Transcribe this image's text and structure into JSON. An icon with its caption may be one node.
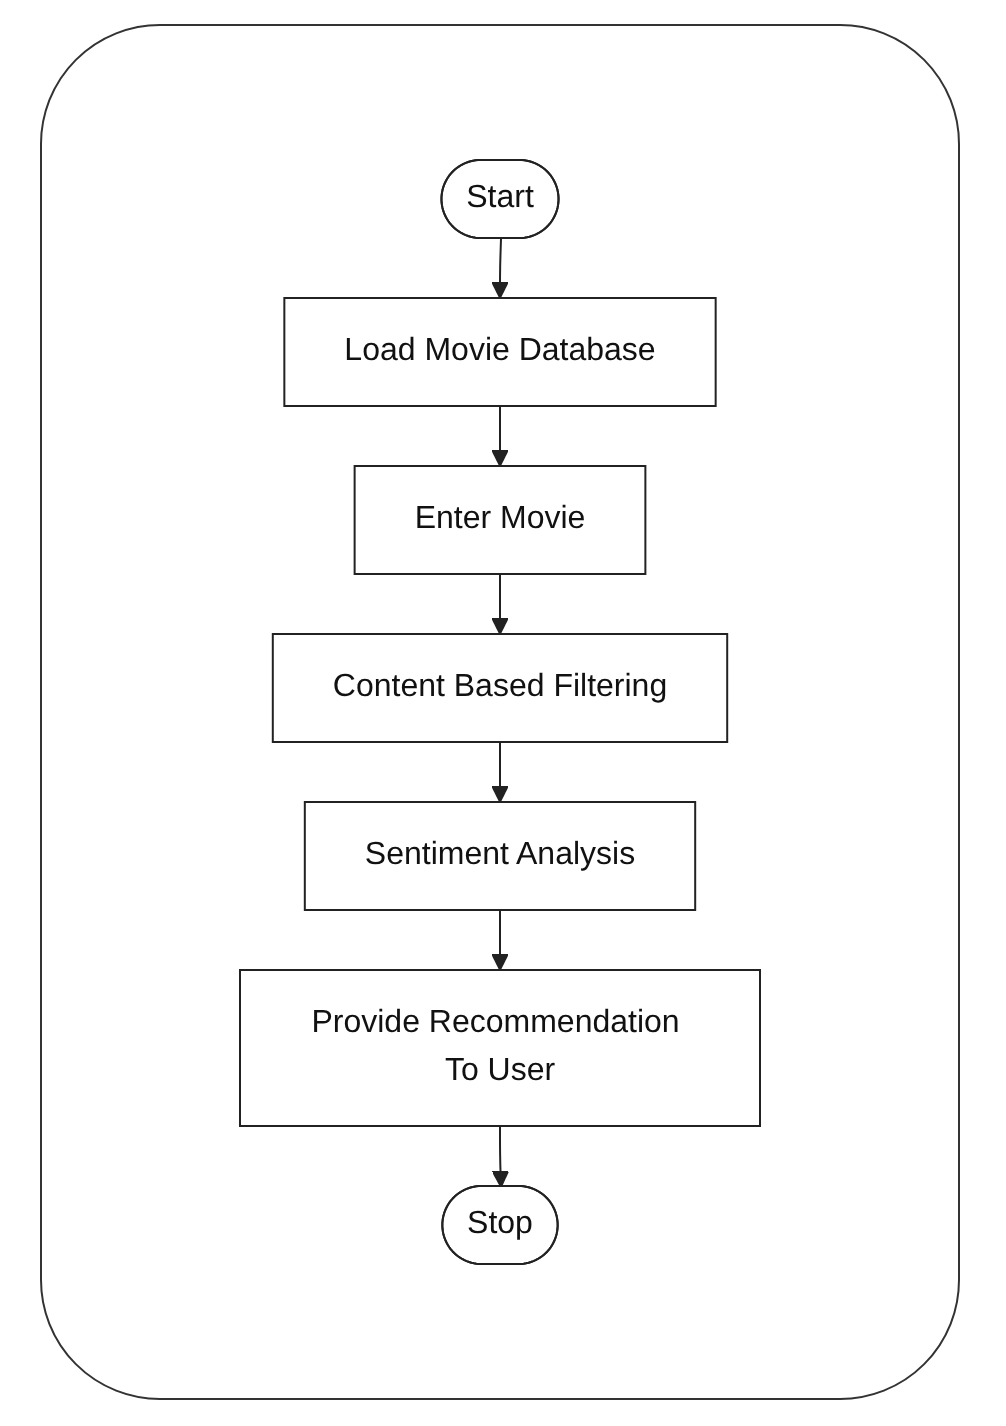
{
  "diagram": {
    "nodes": [
      {
        "text": [
          "Start"
        ]
      },
      {
        "text": [
          "Load Movie Database"
        ]
      },
      {
        "text": [
          "Enter Movie"
        ]
      },
      {
        "text": [
          "Content Based Filtering"
        ]
      },
      {
        "text": [
          "Sentiment Analysis"
        ]
      },
      {
        "text": [
          "Provide Recommendation To User"
        ]
      },
      {
        "text": [
          "Stop"
        ]
      }
    ],
    "edges": [
      {
        "from": 0,
        "to": 1,
        "arrow": "to"
      },
      {
        "from": 1,
        "to": 2,
        "arrow": "to"
      },
      {
        "from": 2,
        "to": 3,
        "arrow": "to"
      },
      {
        "from": 3,
        "to": 4,
        "arrow": "to"
      },
      {
        "from": 4,
        "to": 5,
        "arrow": "to"
      },
      {
        "from": 5,
        "to": 6,
        "arrow": "to"
      }
    ]
  }
}
